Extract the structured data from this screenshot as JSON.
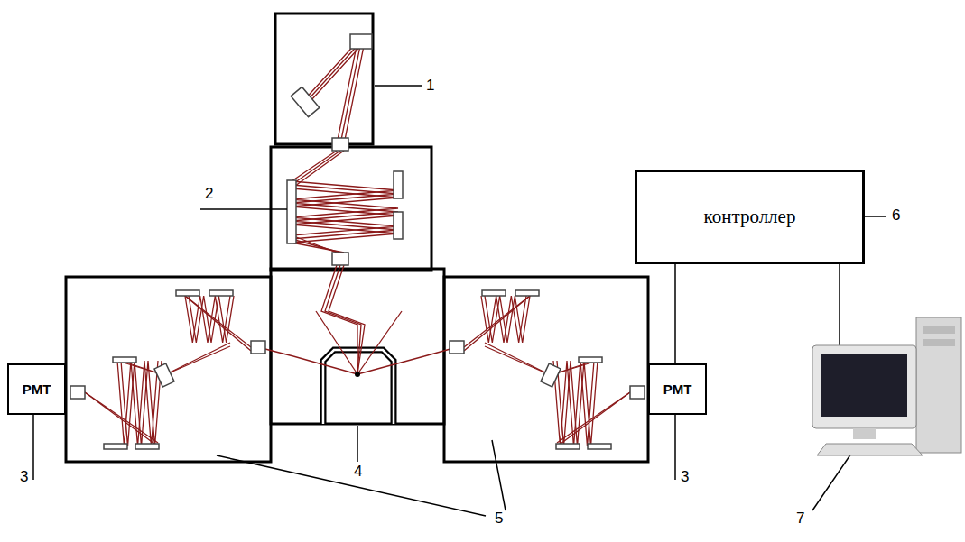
{
  "diagram": {
    "nodes": [
      {
        "text": [
          "PMT"
        ]
      },
      {
        "text": [
          "PMT"
        ]
      },
      {
        "text": [
          "контроллер"
        ]
      }
    ],
    "edges": [
      {
        "from": 2,
        "to": 1,
        "arrow": "none"
      }
    ],
    "labels": [
      "1",
      "2",
      "3",
      "3",
      "4",
      "5",
      "6",
      "7"
    ]
  }
}
